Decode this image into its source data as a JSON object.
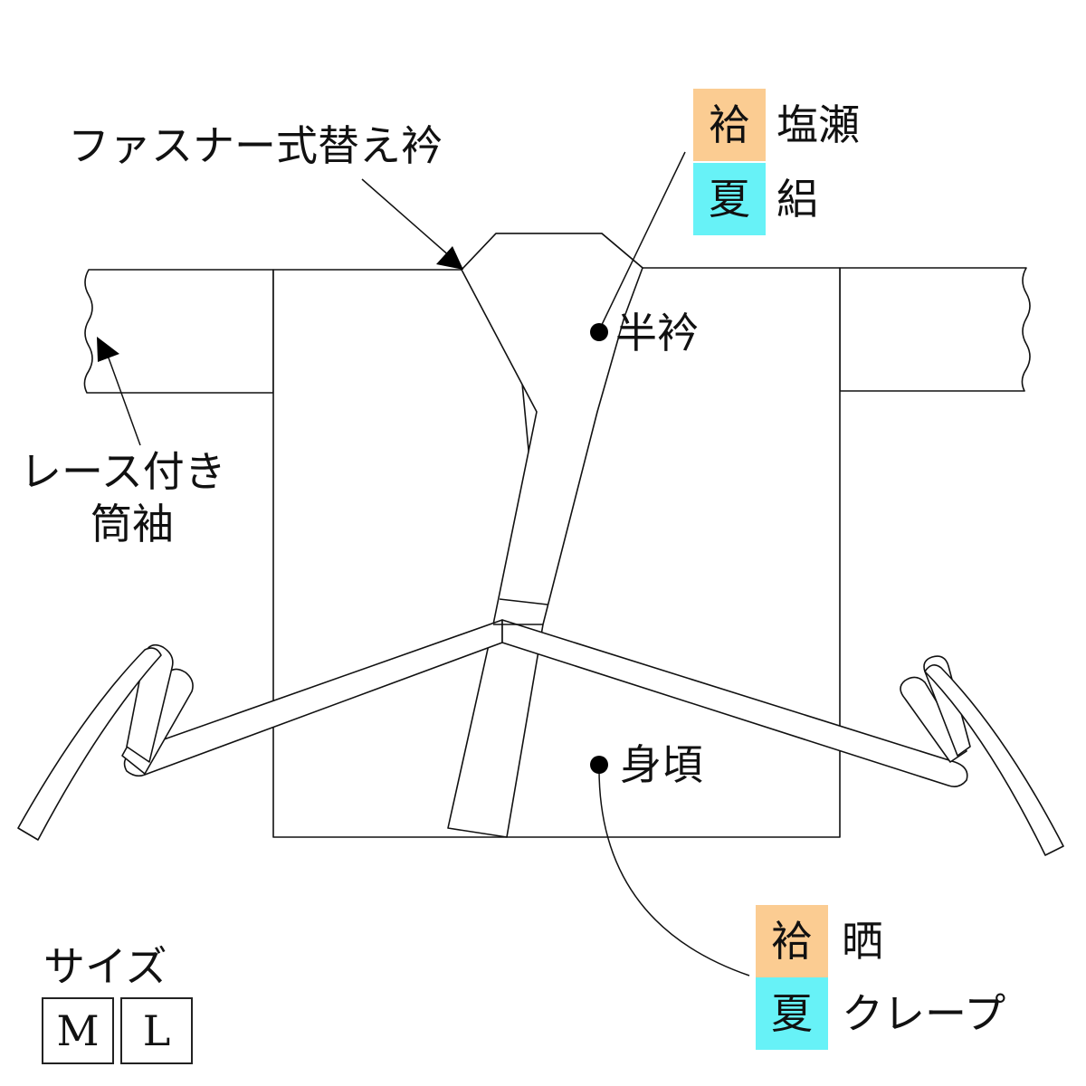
{
  "colors": {
    "lined": "#fbcc92",
    "summer": "#67f2f7",
    "line": "#111111"
  },
  "labels": {
    "zipper_collar": "ファスナー式替え衿",
    "lace_sleeve_line1": "レース付き",
    "lace_sleeve_line2": "筒袖",
    "han_eri": "半衿",
    "migoro": "身頃"
  },
  "collar_fabric": {
    "lined_tag": "袷",
    "lined_material": "塩瀬",
    "summer_tag": "夏",
    "summer_material": "絽"
  },
  "body_fabric": {
    "lined_tag": "袷",
    "lined_material": "晒",
    "summer_tag": "夏",
    "summer_material": "クレープ"
  },
  "size": {
    "heading": "サイズ",
    "options": [
      "M",
      "L"
    ]
  }
}
